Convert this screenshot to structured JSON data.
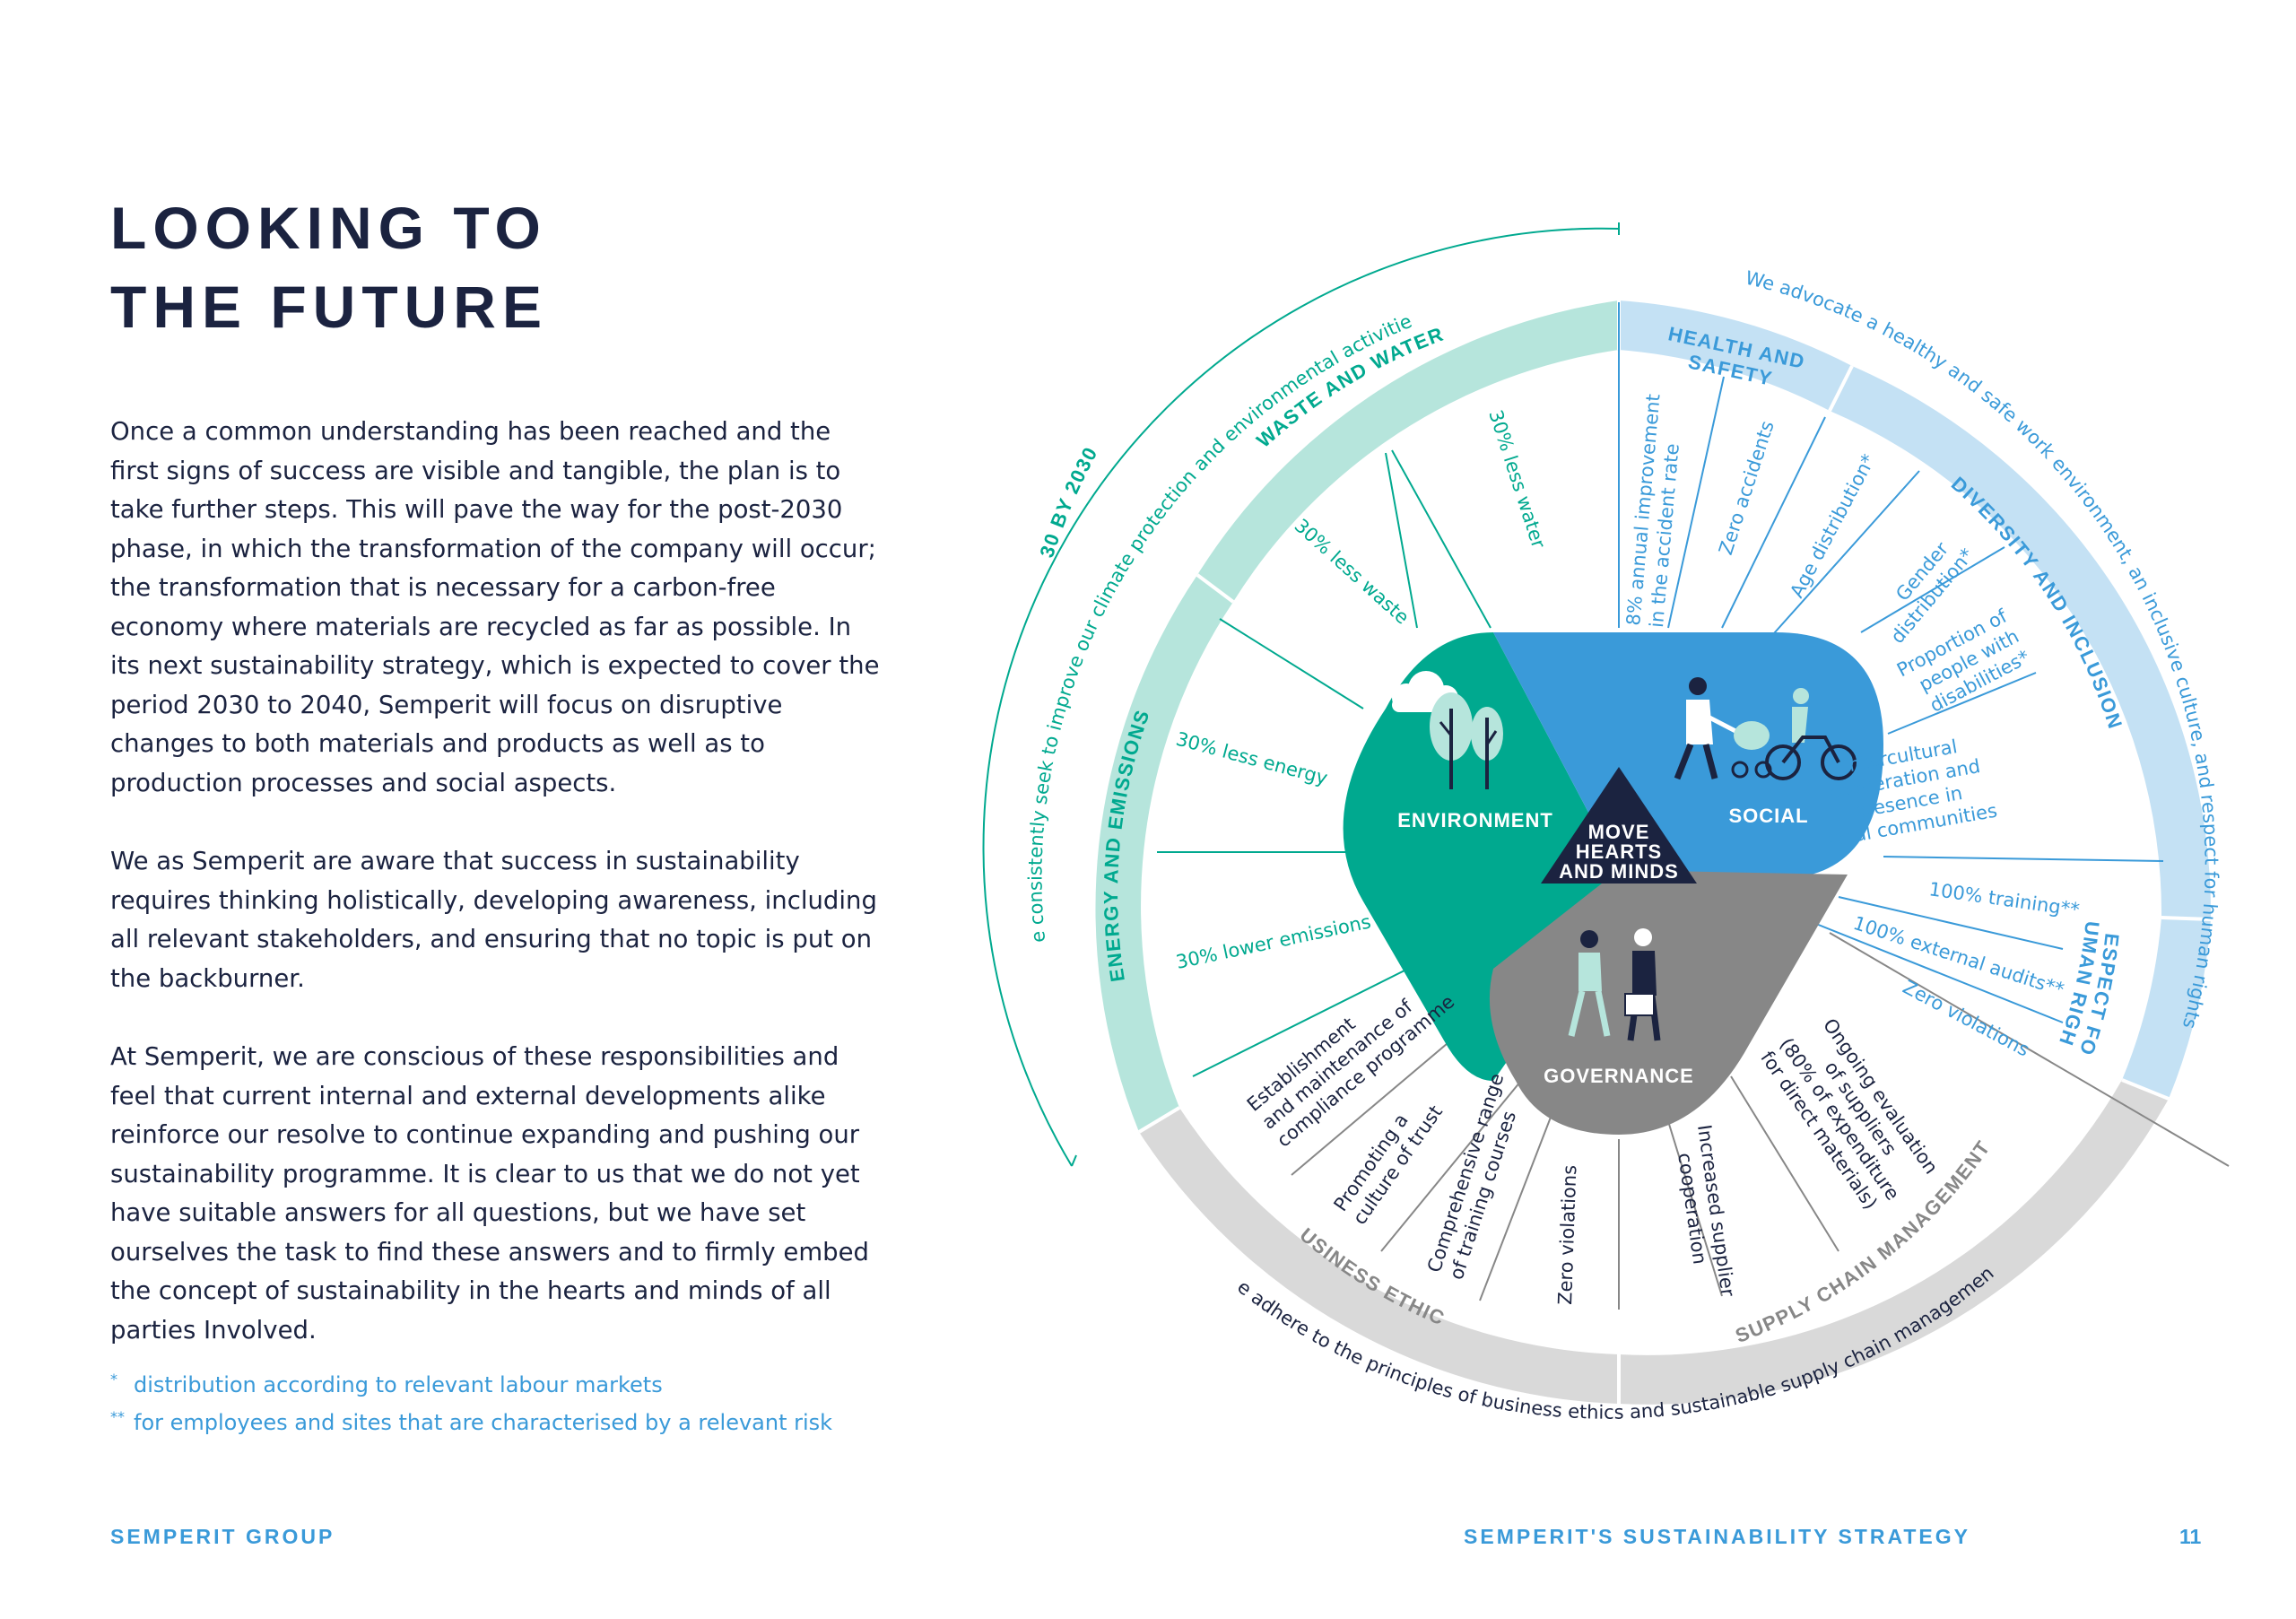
{
  "title": {
    "line1": "LOOKING TO",
    "line2": "THE FUTURE"
  },
  "paragraphs": [
    "Once a common understanding has been reached and the first signs of success are visible and tangible, the plan is to take further steps. This will pave the way for the post-2030 phase, in which the transformation of the company will occur; the transformation that is necessary for a carbon-free economy where materials are recycled as far as possible. In its next sustainability strategy, which is expected to cover the period 2030 to 2040, Semperit will focus on disruptive changes to both materials and products as well as to production processes and social aspects.",
    "We as Semperit are aware that success in sustainability requires thinking holistically, developing awareness, including all relevant stakeholders, and ensuring that no topic is put on the backburner.",
    "At Semperit, we are conscious of these responsibilities and feel that current internal and external developments alike reinforce our resolve to continue expanding and pushing our sustainability programme. It is clear to us that we do not yet have suitable answers for all questions, but we have set ourselves the task to find these answers and to firmly embed the concept of sustainability in the hearts and minds of all parties Involved."
  ],
  "footnotes": [
    {
      "mark": "*",
      "text": "distribution according to relevant labour markets"
    },
    {
      "mark": "**",
      "text": "for employees and sites that are characterised by a relevant risk"
    }
  ],
  "footer": {
    "left": "SEMPERIT GROUP",
    "right": "SEMPERIT'S SUSTAINABILITY STRATEGY",
    "page": "11"
  },
  "colors": {
    "navy": "#1b2340",
    "blue": "#3a9ad9",
    "green": "#00a98f",
    "mint": "#b6e5dc",
    "lightblue": "#c4e1f4",
    "grey": "#878787",
    "lightgrey": "#d9d9d9"
  },
  "diagram": {
    "bracket_label": "\"30 BY 2030\"",
    "env_statement": "We consistently seek to improve our climate protection and environmental activities.",
    "social_statement": "We advocate a healthy and safe work environment, an inclusive culture, and respect for human rights.",
    "gov_statement": "We adhere to the principles of business ethics and sustainable supply chain management.",
    "core": {
      "environment": "ENVIRONMENT",
      "social": "SOCIAL",
      "governance": "GOVERNANCE",
      "center": [
        "MOVE",
        "HEARTS",
        "AND MINDS"
      ]
    },
    "sections": {
      "waste_and_water": "WASTE AND WATER",
      "energy_and_emissions": "ENERGY AND EMISSIONS",
      "health_and_safety": [
        "HEALTH AND",
        "SAFETY"
      ],
      "diversity_and_inclusion": "DIVERSITY AND INCLUSION",
      "respect_for_human_rights": [
        "RESPECT FOR",
        "HUMAN RIGHTS"
      ],
      "business_ethics": "BUSINESS ETHICS",
      "supply_chain_management": "SUPPLY CHAIN MANAGEMENT"
    },
    "items": {
      "less_water": "30% less water",
      "less_waste": "30% less waste",
      "less_energy": "30% less energy",
      "lower_emissions": "30% lower emissions",
      "accident_rate": [
        "8% annual improvement",
        "in the accident rate"
      ],
      "zero_accidents": "Zero accidents",
      "age_distribution": "Age distribution*",
      "gender_distribution": [
        "Gender",
        "distribution*"
      ],
      "disabilities": [
        "Proportion of",
        "people with",
        "disabilities*"
      ],
      "intercultural": [
        "Intercultural",
        "cooperation and",
        "presence in",
        "local communities"
      ],
      "training": "100% training**",
      "external_audits": "100% external audits**",
      "zero_violations_hr": "Zero violations",
      "compliance": [
        "Establishment",
        "and maintenance of",
        "compliance programme"
      ],
      "trust": [
        "Promoting a",
        "culture of trust"
      ],
      "training_courses": [
        "Comprehensive range",
        "of training courses"
      ],
      "zero_violations_be": "Zero violations",
      "supplier_cooperation": [
        "Increased supplier",
        "cooperation"
      ],
      "supplier_evaluation": [
        "Ongoing evaluation",
        "of suppliers",
        "(80% of expenditure",
        "for direct materials)"
      ]
    }
  }
}
